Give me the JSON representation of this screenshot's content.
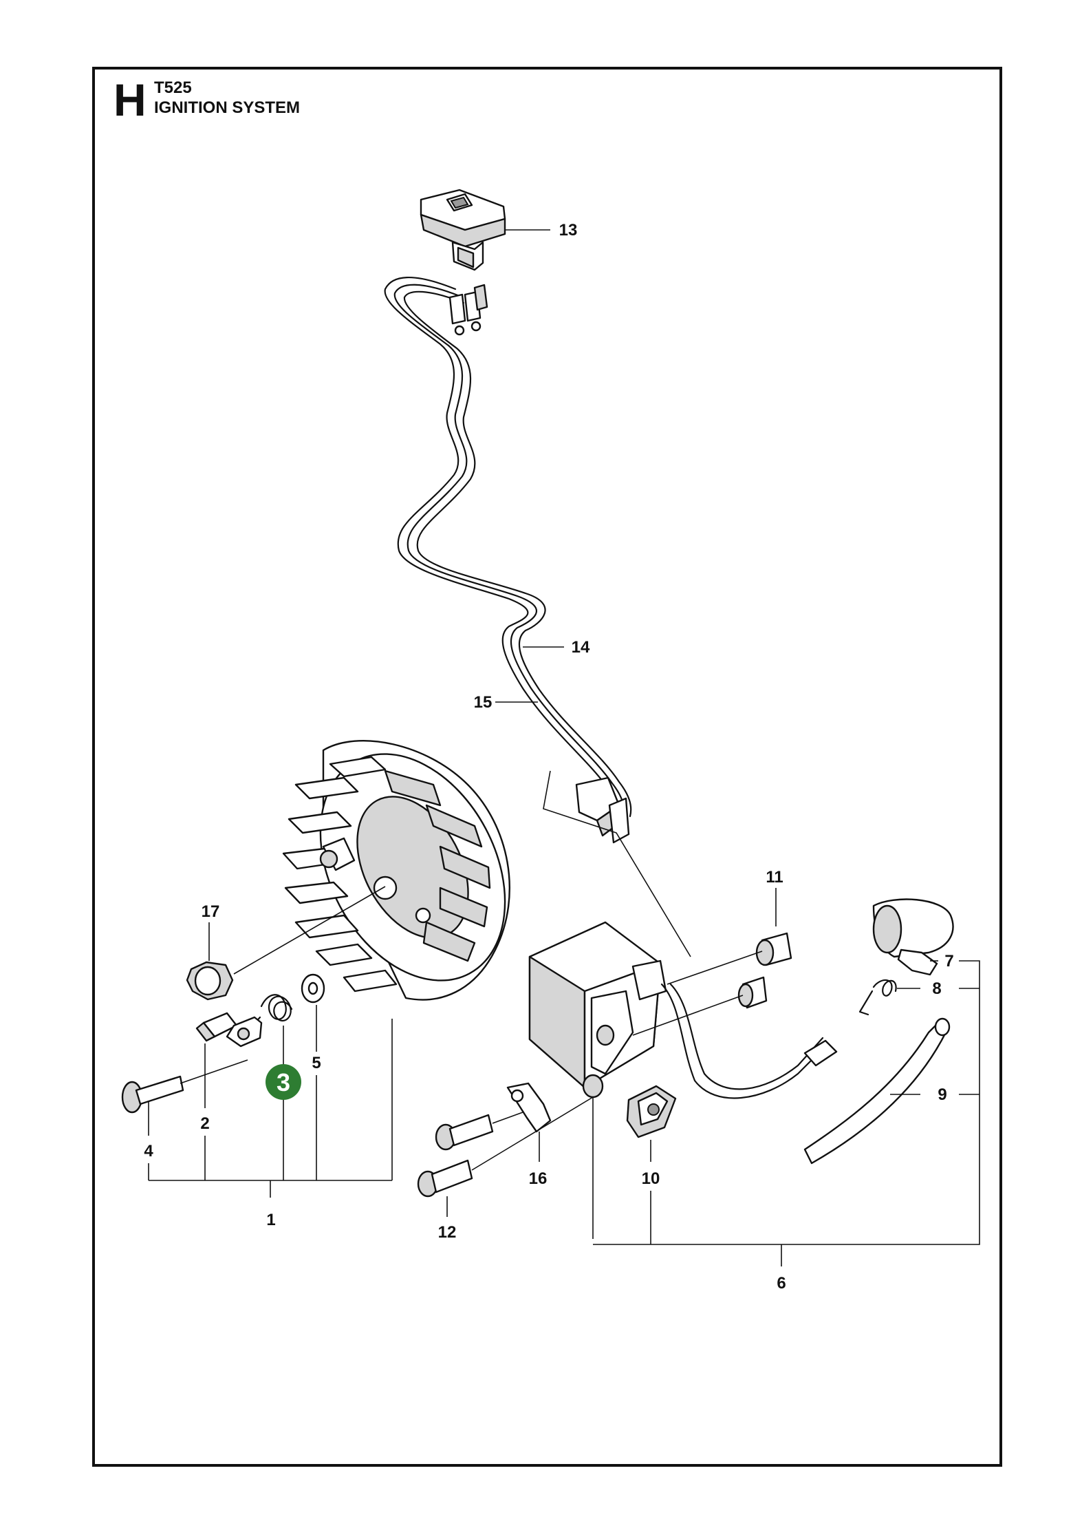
{
  "header": {
    "section_letter": "H",
    "model": "T525",
    "title": "IGNITION SYSTEM"
  },
  "callouts": [
    {
      "id": "1",
      "label": "1"
    },
    {
      "id": "2",
      "label": "2"
    },
    {
      "id": "3",
      "label": "3",
      "highlighted": true
    },
    {
      "id": "4",
      "label": "4"
    },
    {
      "id": "5",
      "label": "5"
    },
    {
      "id": "6",
      "label": "6"
    },
    {
      "id": "7",
      "label": "7"
    },
    {
      "id": "8",
      "label": "8"
    },
    {
      "id": "9",
      "label": "9"
    },
    {
      "id": "10",
      "label": "10"
    },
    {
      "id": "11",
      "label": "11"
    },
    {
      "id": "12",
      "label": "12"
    },
    {
      "id": "13",
      "label": "13"
    },
    {
      "id": "14",
      "label": "14"
    },
    {
      "id": "15",
      "label": "15"
    },
    {
      "id": "16",
      "label": "16"
    },
    {
      "id": "17",
      "label": "17"
    }
  ],
  "colors": {
    "highlight": "#2e7d32",
    "line": "#111111",
    "background": "#ffffff"
  }
}
